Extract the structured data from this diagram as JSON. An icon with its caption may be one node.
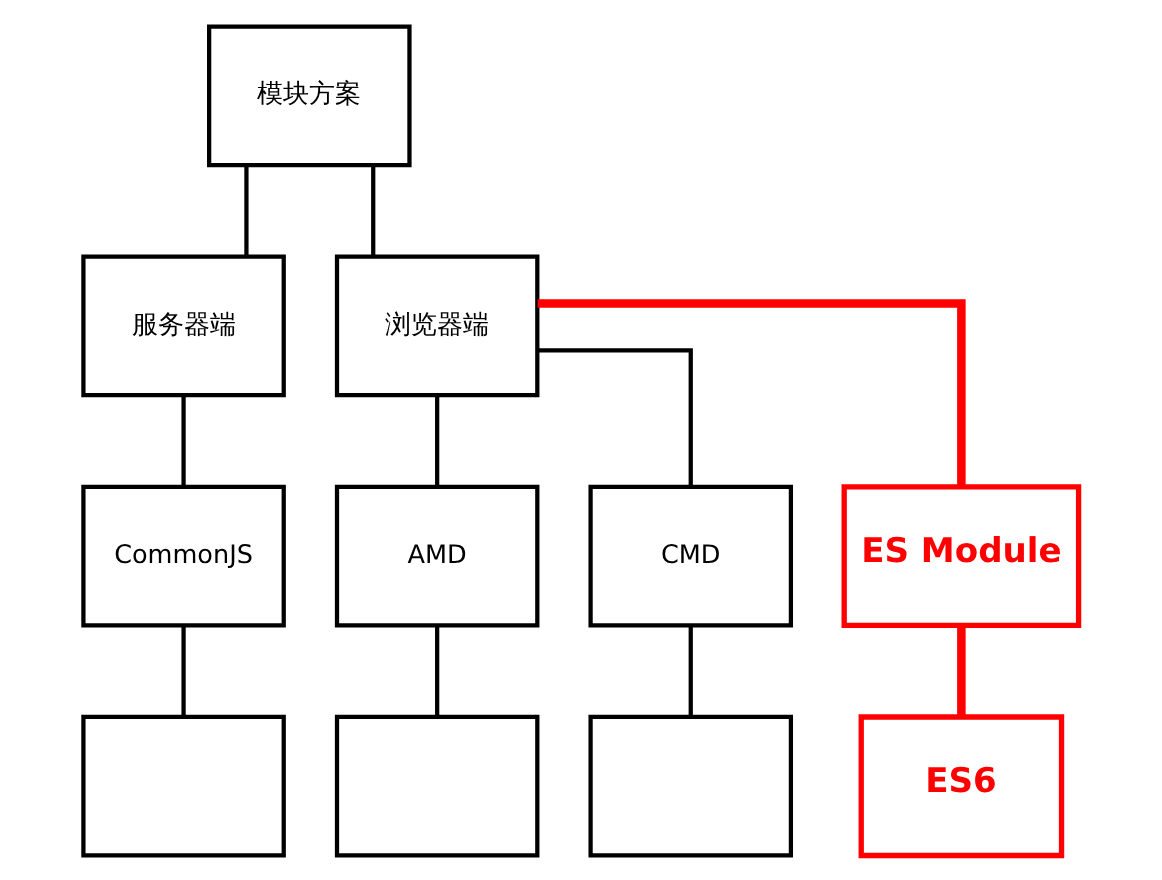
{
  "diagram": {
    "nodes": [
      {
        "text": [
          "模块方案"
        ]
      },
      {
        "text": [
          "服务器端"
        ]
      },
      {
        "text": [
          "浏览器端"
        ]
      },
      {
        "text": [
          "CommonJS"
        ]
      },
      {
        "text": [
          "AMD"
        ]
      },
      {
        "text": [
          "CMD"
        ]
      },
      {
        "text": [
          "ES Module"
        ]
      },
      {
        "text": [],
        "shape": "box"
      },
      {
        "text": [],
        "shape": "box"
      },
      {
        "text": [],
        "shape": "box"
      },
      {
        "text": [
          "ES6"
        ]
      }
    ],
    "edges": [
      {
        "from": 0,
        "to": 1,
        "arrow": "none"
      },
      {
        "from": 0,
        "to": 2,
        "arrow": "none"
      },
      {
        "from": 1,
        "to": 3,
        "arrow": "none"
      },
      {
        "from": 2,
        "to": 4,
        "arrow": "none"
      },
      {
        "from": 2,
        "to": 5,
        "arrow": "none"
      },
      {
        "from": 2,
        "to": 6,
        "arrow": "none",
        "style": "thick",
        "color": "#ff0000"
      },
      {
        "from": 3,
        "to": 7,
        "arrow": "none"
      },
      {
        "from": 4,
        "to": 8,
        "arrow": "none"
      },
      {
        "from": 5,
        "to": 9,
        "arrow": "none"
      },
      {
        "from": 6,
        "to": 10,
        "arrow": "none",
        "style": "thick",
        "color": "#ff0000"
      }
    ]
  }
}
